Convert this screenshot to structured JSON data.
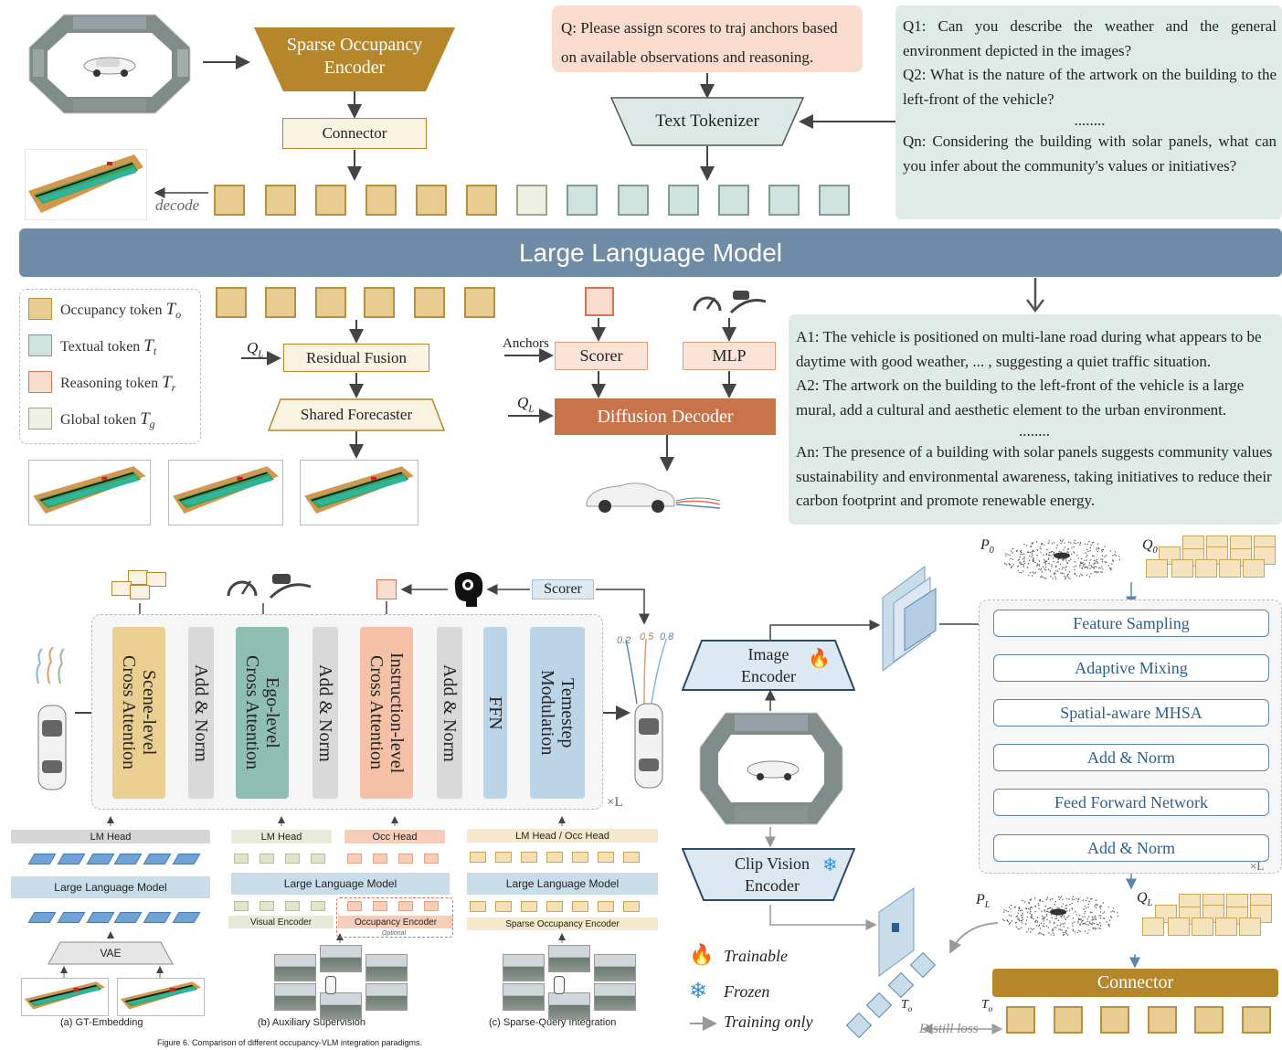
{
  "top": {
    "encoder": "Sparse Occupancy\nEncoder",
    "connector": "Connector",
    "question": "Q:  Please assign scores to traj anchors based on available observations and reasoning.",
    "tokenizer": "Text Tokenizer",
    "decode": "decode",
    "qa_questions": [
      "Q1:  Can you describe the weather and the general environment depicted in the images?",
      "Q2:  What is the nature of the artwork on the building to the left-front of the vehicle?",
      "Qn:  Considering the building with solar panels, what can you infer about the community's values or initiatives?"
    ],
    "dots": "........",
    "llm": "Large Language Model"
  },
  "legend": [
    {
      "label": "Occupancy token",
      "sym": "T",
      "sub": "o",
      "color": "#e8cd92",
      "border": "#b8913f"
    },
    {
      "label": "Textual token",
      "sym": "T",
      "sub": "t",
      "color": "#cfe2dd",
      "border": "#7c9e97"
    },
    {
      "label": "Reasoning token",
      "sym": "T",
      "sub": "r",
      "color": "#f8dccd",
      "border": "#d77350"
    },
    {
      "label": "Global token",
      "sym": "T",
      "sub": "g",
      "color": "#eef0e3",
      "border": "#9aa884"
    }
  ],
  "middle": {
    "ql": "Q",
    "ql_sub": "L",
    "residual": "Residual Fusion",
    "forecaster": "Shared Forecaster",
    "anchors": "Anchors",
    "scorer": "Scorer",
    "mlp": "MLP",
    "diffusion": "Diffusion Decoder"
  },
  "answers": [
    "A1:  The vehicle is positioned on multi-lane road during what appears to be daytime with good weather, ... , suggesting a quiet traffic situation.",
    "A2:  The artwork on the building to the left-front of the vehicle is a large mural, add a cultural and aesthetic element to the urban environment.",
    "An:  The presence of a building with solar panels suggests community values sustainability and environmental awareness, taking initiatives to reduce their carbon footprint and promote renewable energy."
  ],
  "decoder_blocks": [
    "Scene-level\nCross Attention",
    "Add & Norm",
    "Ego-level\nCross Attention",
    "Add & Norm",
    "Instruction-level\nCross Attention",
    "Add & Norm",
    "FFN",
    "Temestep\nModulation"
  ],
  "decoder": {
    "scorer": "Scorer",
    "times_l": "×L",
    "scores": [
      "0.2",
      "0.5",
      "0.8"
    ]
  },
  "paradigms": {
    "a": {
      "lm_head": "LM Head",
      "llm": "Large Language Model",
      "vae": "VAE",
      "caption": "(a)  GT-Embedding"
    },
    "b": {
      "lm_head": "LM Head",
      "occ_head": "Occ Head",
      "llm": "Large Language Model",
      "visual": "Visual Encoder",
      "occ_enc": "Occupancy Encoder",
      "optional": "Optional",
      "caption": "(b) Auxiliary Supervision"
    },
    "c": {
      "head": "LM Head / Occ Head",
      "llm": "Large Language Model",
      "enc": "Sparse Occupancy Encoder",
      "caption": "(c) Sparse-Query Integration"
    },
    "figure_caption": "Figure 6. Comparison of different occupancy-VLM integration paradigms."
  },
  "encoder_right": {
    "image_encoder": "Image\nEncoder",
    "clip": "Clip Vision\nEncoder",
    "p0": "P",
    "p0_sub": "0",
    "q0": "Q",
    "q0_sub": "0",
    "pl": "P",
    "pl_sub": "L",
    "ql": "Q",
    "ql_sub": "L",
    "stack": [
      "Feature Sampling",
      "Adaptive Mixing",
      "Spatial-aware MHSA",
      "Add & Norm",
      "Feed Forward Network",
      "Add & Norm"
    ],
    "times_l": "×L",
    "connector": "Connector",
    "to_left": "T",
    "to_left_sub": "o",
    "to_right": "T",
    "to_right_sub": "o",
    "distill": "Distill loss"
  },
  "key": {
    "trainable": "Trainable",
    "frozen": "Frozen",
    "training_only": "Training only"
  },
  "colors": {
    "occupancy": "#e8cd92",
    "textual": "#cfe2dd",
    "reasoning": "#f8dccd",
    "global": "#eef0e3",
    "llm_bar": "#6f8ba6",
    "diffusion": "#c8734a",
    "connector_gold": "#b5862a"
  }
}
